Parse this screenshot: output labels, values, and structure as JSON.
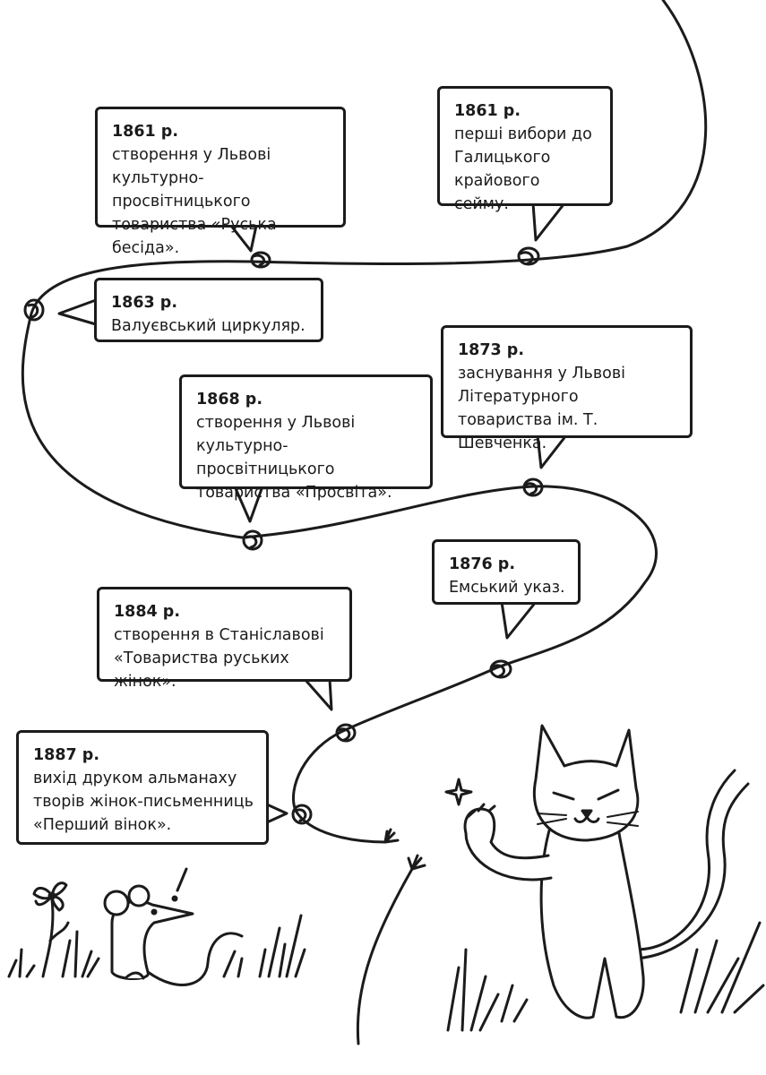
{
  "colors": {
    "ink": "#1b1b1b",
    "paper": "#ffffff"
  },
  "events": [
    {
      "year": "1861 р.",
      "text": "створення у Львові культурно-просвітницького товариства «Руська бесіда»."
    },
    {
      "year": "1861 р.",
      "text": "перші вибори до Галицького крайового сейму."
    },
    {
      "year": "1863 р.",
      "text": "Валуєвський циркуляр."
    },
    {
      "year": "1873 р.",
      "text": "заснування у Львові Літературного товариства ім. Т. Шевченка."
    },
    {
      "year": "1868 р.",
      "text": "створення у Львові культурно-просвітницького товариства «Просвіта»."
    },
    {
      "year": "1876 р.",
      "text": "Емський указ."
    },
    {
      "year": "1884 р.",
      "text": "створення в Станіславові «Товариства руських жінок»."
    },
    {
      "year": "1887 р.",
      "text": "вихід друком альманаху творів жінок-письменниць «Перший вінок»."
    }
  ],
  "decorations": {
    "exclamation": "!",
    "icons": [
      "mouse-icon",
      "cat-icon",
      "flower-icon",
      "grass-icon",
      "sparkle-icon"
    ]
  }
}
